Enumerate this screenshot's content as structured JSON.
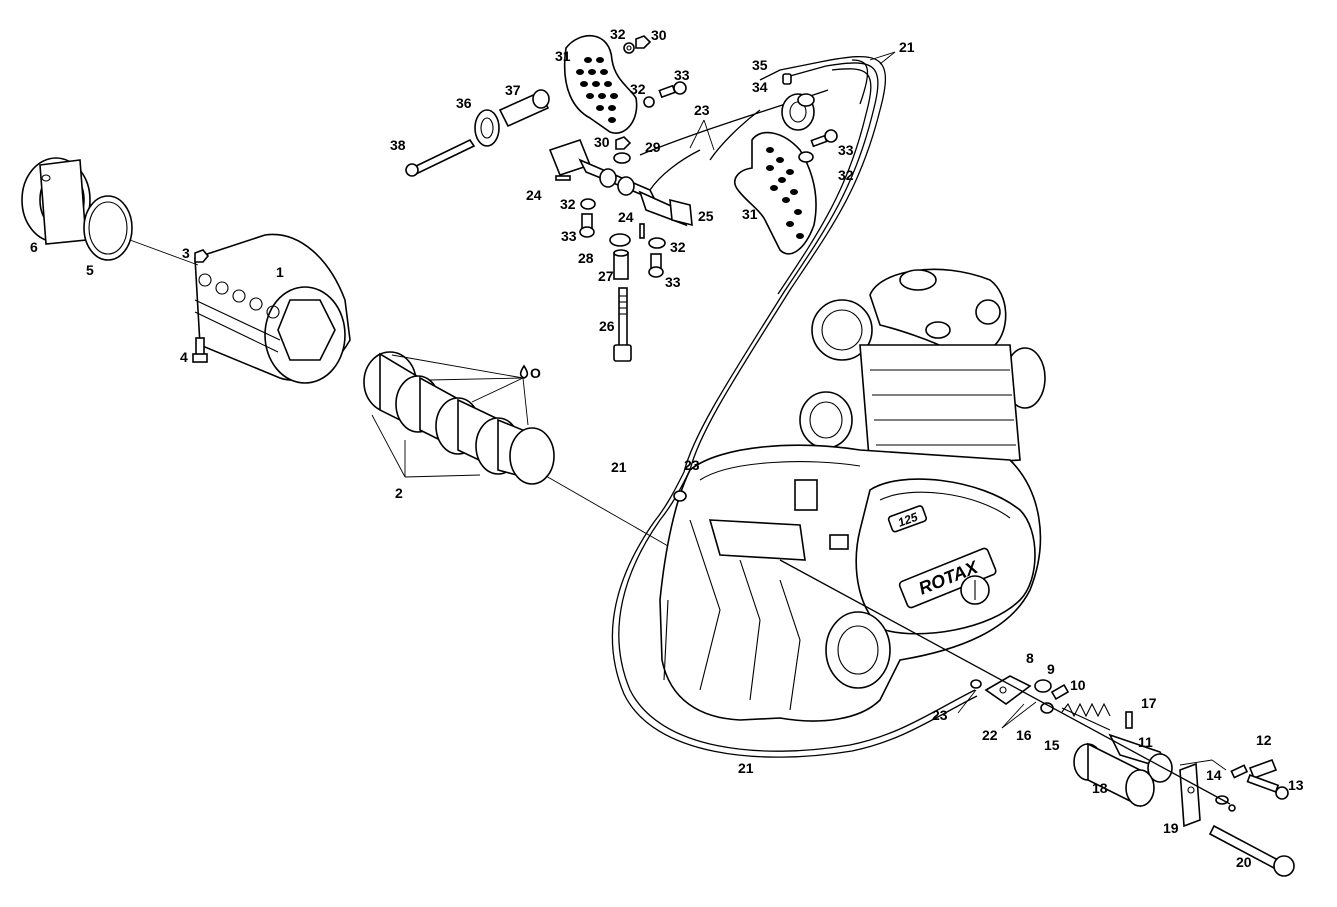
{
  "diagram": {
    "labels": [
      {
        "id": "l1",
        "text": "1"
      },
      {
        "id": "l2",
        "text": "2"
      },
      {
        "id": "l3",
        "text": "3"
      },
      {
        "id": "l4",
        "text": "4"
      },
      {
        "id": "l5",
        "text": "5"
      },
      {
        "id": "l6",
        "text": "6"
      },
      {
        "id": "l8",
        "text": "8"
      },
      {
        "id": "l9",
        "text": "9"
      },
      {
        "id": "l10",
        "text": "10"
      },
      {
        "id": "l11",
        "text": "11"
      },
      {
        "id": "l12",
        "text": "12"
      },
      {
        "id": "l13",
        "text": "13"
      },
      {
        "id": "l14",
        "text": "14"
      },
      {
        "id": "l15",
        "text": "15"
      },
      {
        "id": "l16",
        "text": "16"
      },
      {
        "id": "l17",
        "text": "17"
      },
      {
        "id": "l18",
        "text": "18"
      },
      {
        "id": "l19",
        "text": "19"
      },
      {
        "id": "l20",
        "text": "20"
      },
      {
        "id": "l21a",
        "text": "21"
      },
      {
        "id": "l21b",
        "text": "21"
      },
      {
        "id": "l21c",
        "text": "21"
      },
      {
        "id": "l22",
        "text": "22"
      },
      {
        "id": "l23a",
        "text": "23"
      },
      {
        "id": "l23b",
        "text": "23"
      },
      {
        "id": "l23c",
        "text": "23"
      },
      {
        "id": "l24a",
        "text": "24"
      },
      {
        "id": "l24b",
        "text": "24"
      },
      {
        "id": "l25",
        "text": "25"
      },
      {
        "id": "l26",
        "text": "26"
      },
      {
        "id": "l27",
        "text": "27"
      },
      {
        "id": "l28",
        "text": "28"
      },
      {
        "id": "l29",
        "text": "29"
      },
      {
        "id": "l30a",
        "text": "30"
      },
      {
        "id": "l30b",
        "text": "30"
      },
      {
        "id": "l31a",
        "text": "31"
      },
      {
        "id": "l31b",
        "text": "31"
      },
      {
        "id": "l32a",
        "text": "32"
      },
      {
        "id": "l32b",
        "text": "32"
      },
      {
        "id": "l32c",
        "text": "32"
      },
      {
        "id": "l32d",
        "text": "32"
      },
      {
        "id": "l32e",
        "text": "32"
      },
      {
        "id": "l33a",
        "text": "33"
      },
      {
        "id": "l33b",
        "text": "33"
      },
      {
        "id": "l33c",
        "text": "33"
      },
      {
        "id": "l33d",
        "text": "33"
      },
      {
        "id": "l34",
        "text": "34"
      },
      {
        "id": "l35",
        "text": "35"
      },
      {
        "id": "l36",
        "text": "36"
      },
      {
        "id": "l37",
        "text": "37"
      },
      {
        "id": "l38",
        "text": "38"
      },
      {
        "id": "lO",
        "text": "O"
      }
    ],
    "engine_badge": "ROTAX",
    "engine_displacement": "125"
  }
}
